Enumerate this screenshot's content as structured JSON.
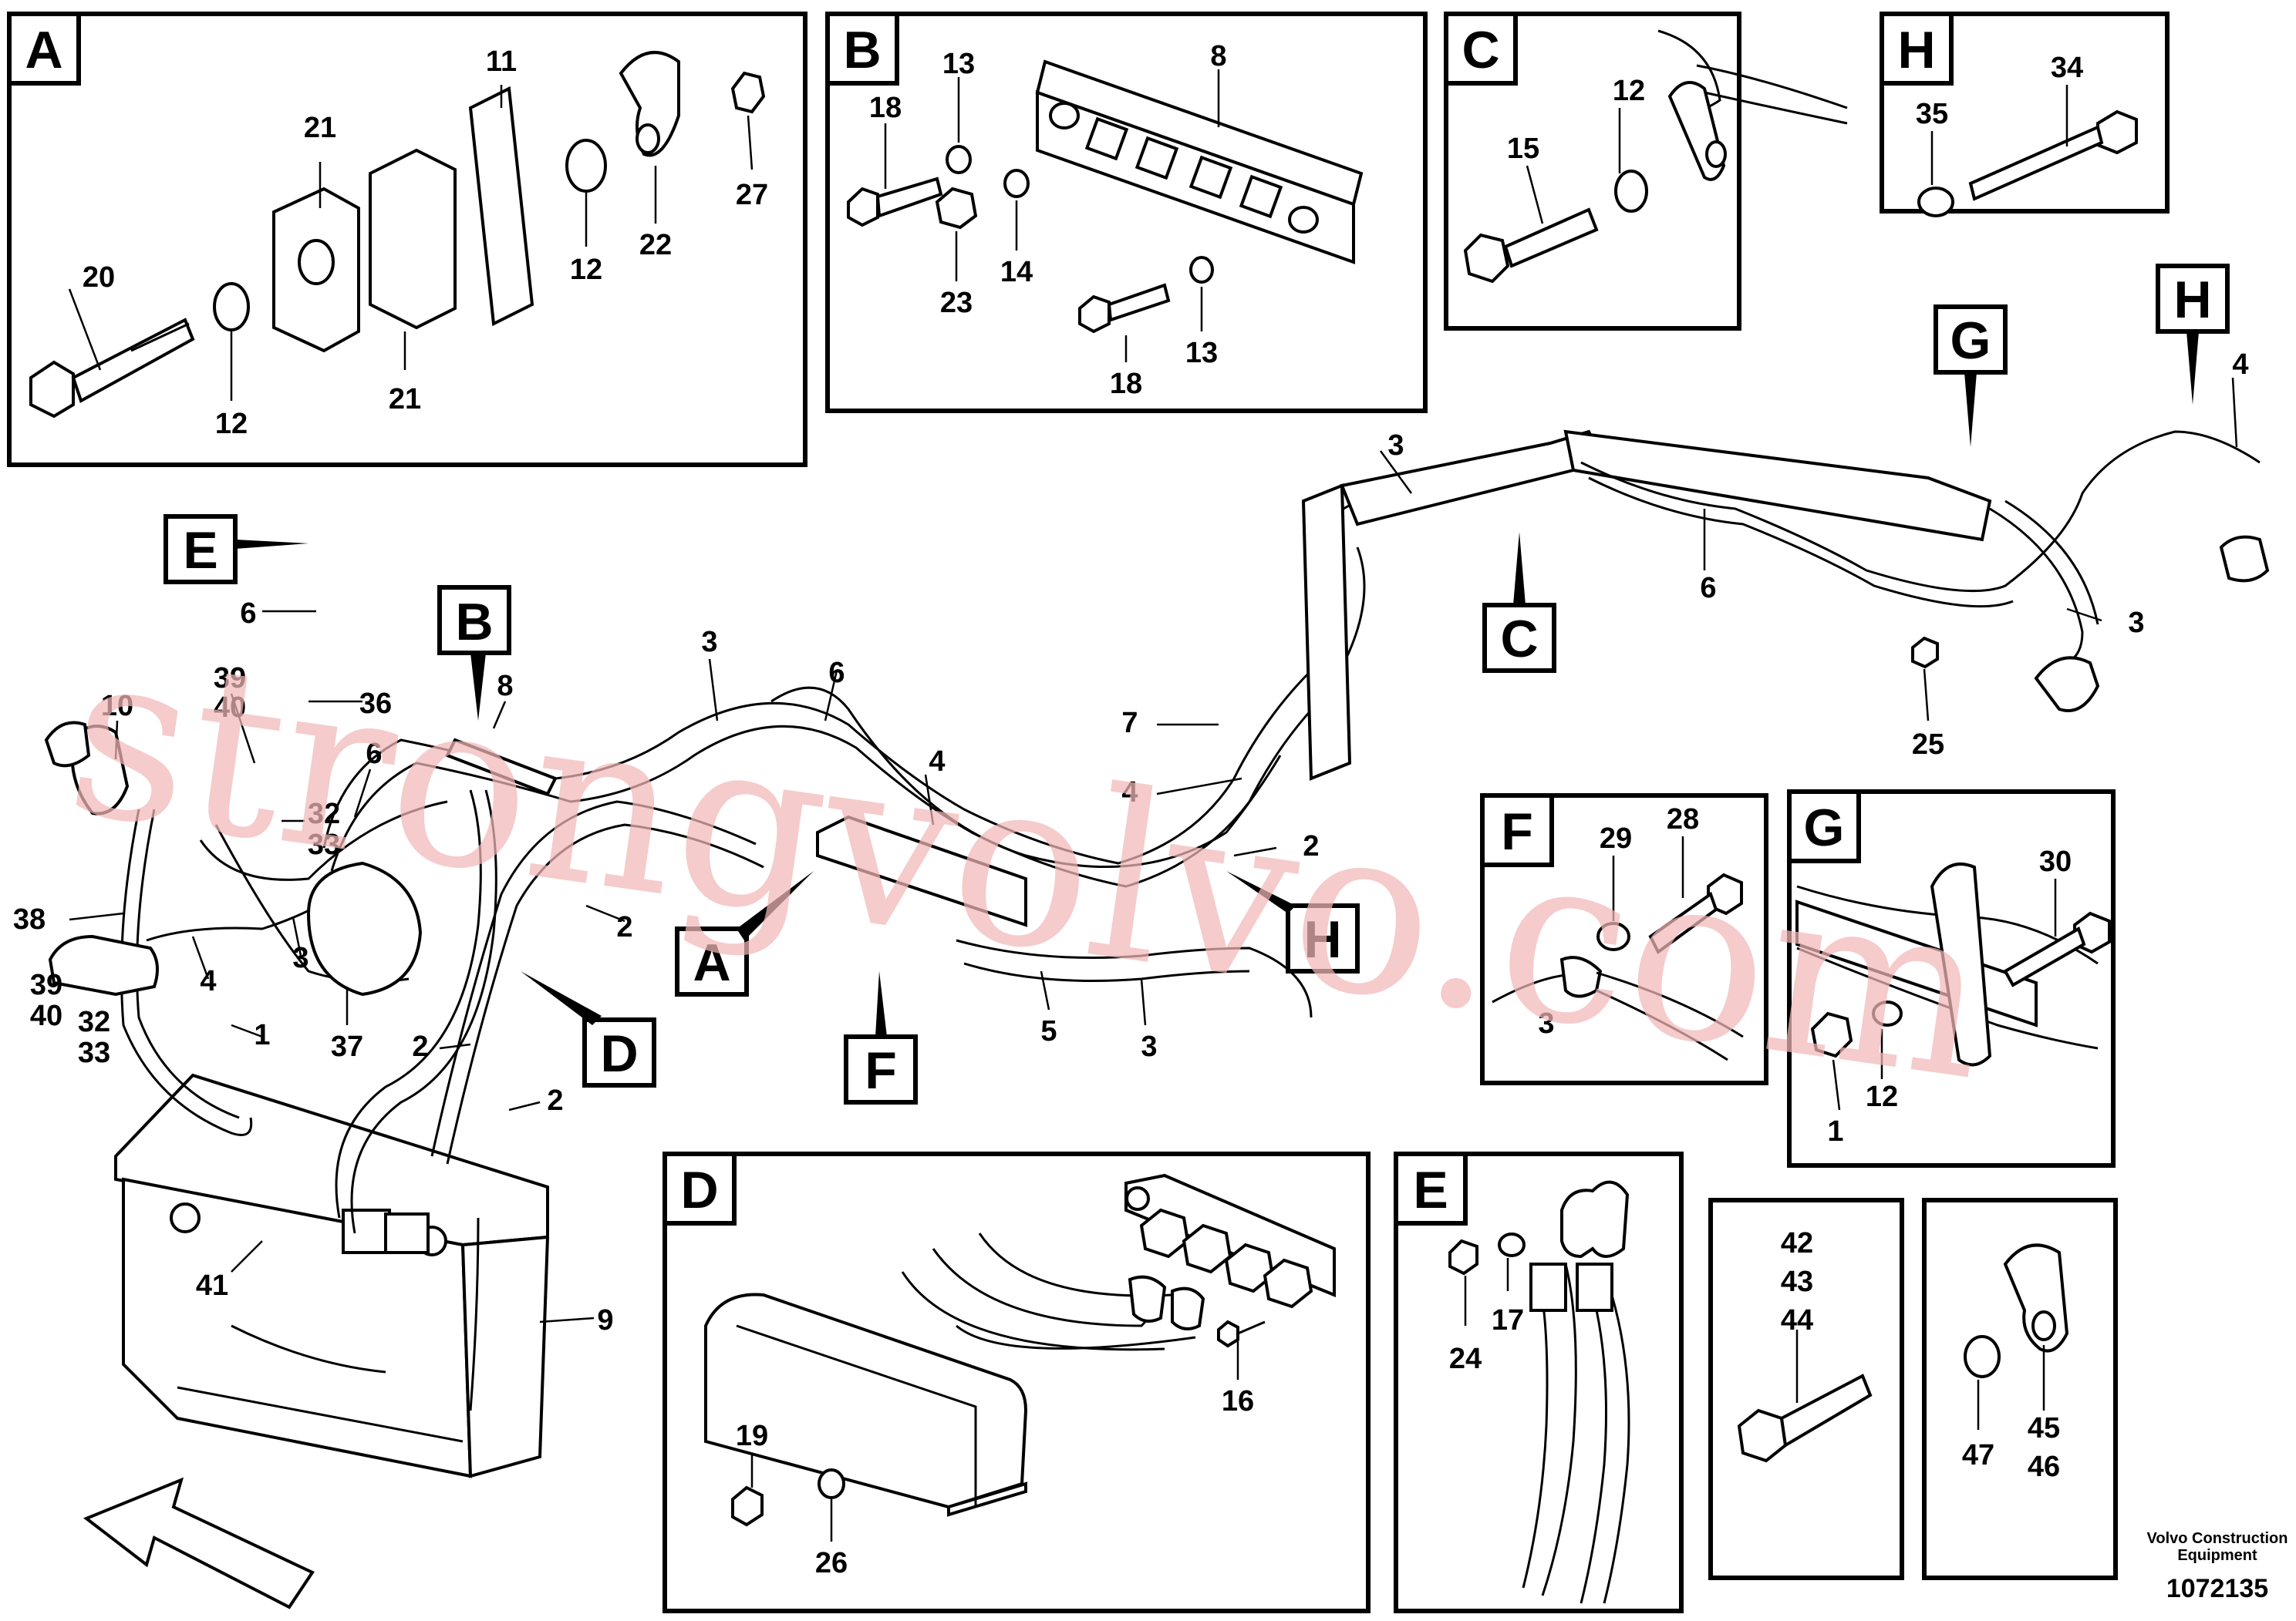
{
  "detail_boxes": [
    {
      "letter": "A",
      "labels": [
        "11",
        "21",
        "21",
        "20",
        "12",
        "12",
        "22",
        "27"
      ]
    },
    {
      "letter": "B",
      "labels": [
        "13",
        "8",
        "18",
        "23",
        "14",
        "18",
        "13"
      ]
    },
    {
      "letter": "C",
      "labels": [
        "12",
        "15"
      ]
    },
    {
      "letter": "H",
      "labels": [
        "35",
        "34"
      ]
    },
    {
      "letter": "F",
      "labels": [
        "29",
        "28"
      ]
    },
    {
      "letter": "G",
      "labels": [
        "30",
        "1",
        "12"
      ]
    },
    {
      "letter": "D",
      "labels": [
        "16",
        "19",
        "26"
      ]
    },
    {
      "letter": "E",
      "labels": [
        "24",
        "17"
      ]
    },
    {
      "letter": "",
      "labels": [
        "42",
        "43",
        "44"
      ]
    },
    {
      "letter": "",
      "labels": [
        "47",
        "45",
        "46"
      ]
    }
  ],
  "callouts": [
    "E",
    "B",
    "A",
    "D",
    "F",
    "H",
    "C",
    "G",
    "H"
  ],
  "main_labels": [
    "6",
    "39",
    "40",
    "36",
    "10",
    "6",
    "32",
    "33",
    "8",
    "3",
    "6",
    "4",
    "38",
    "39",
    "40",
    "32",
    "33",
    "4",
    "3",
    "37",
    "1",
    "2",
    "2",
    "2",
    "41",
    "9",
    "5",
    "3",
    "7",
    "4",
    "2",
    "3",
    "6",
    "3",
    "4",
    "3",
    "25"
  ],
  "footer": {
    "company_line1": "Volvo Construction",
    "company_line2": "Equipment",
    "doc_number": "1072135"
  },
  "watermark": "strongvolvo.com"
}
